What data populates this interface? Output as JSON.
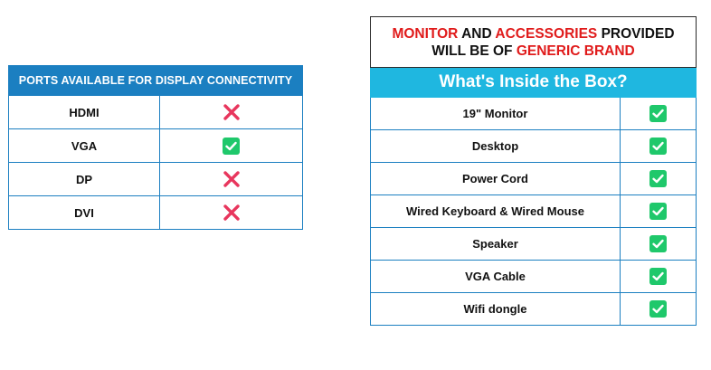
{
  "ports": {
    "header": "PORTS AVAILABLE FOR DISPLAY CONNECTIVITY",
    "rows": [
      {
        "label": "HDMI",
        "status": "cross"
      },
      {
        "label": "VGA",
        "status": "check"
      },
      {
        "label": "DP",
        "status": "cross"
      },
      {
        "label": "DVI",
        "status": "cross"
      }
    ]
  },
  "box": {
    "notice": {
      "part1": "MONITOR",
      "part2": " AND ",
      "part3": "ACCESSORIES",
      "part4": " PROVIDED",
      "part5": "WILL BE OF ",
      "part6": "GENERIC BRAND"
    },
    "header": "What's Inside the Box?",
    "rows": [
      {
        "label": "19\" Monitor",
        "status": "check"
      },
      {
        "label": "Desktop",
        "status": "check"
      },
      {
        "label": "Power Cord",
        "status": "check"
      },
      {
        "label": "Wired Keyboard & Wired Mouse",
        "status": "check"
      },
      {
        "label": "Speaker",
        "status": "check"
      },
      {
        "label": "VGA Cable",
        "status": "check"
      },
      {
        "label": "Wifi dongle",
        "status": "check"
      }
    ]
  },
  "colors": {
    "ports_header": "#1b7fc1",
    "box_header": "#1fb7e0",
    "red_text": "#e01b1b",
    "check": "#1fc86b",
    "cross": "#e8365d"
  }
}
